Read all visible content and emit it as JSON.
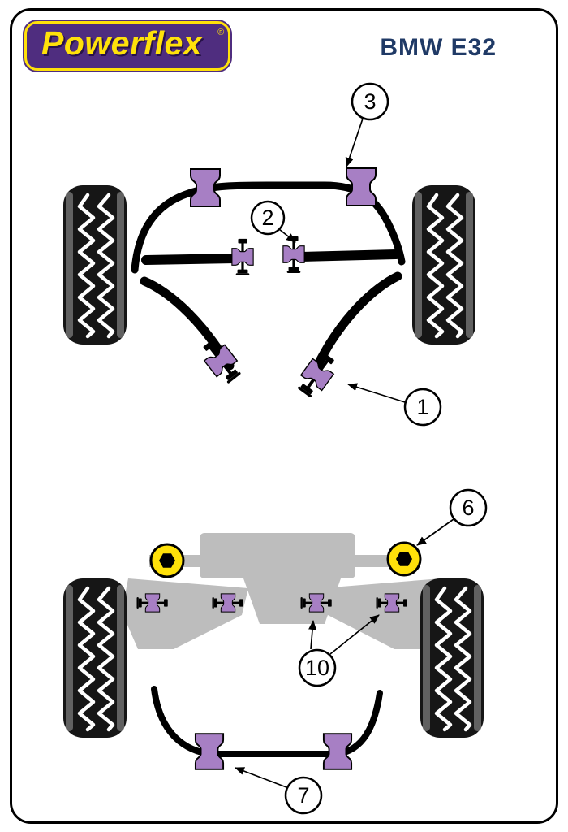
{
  "header": {
    "brand": "Powerflex",
    "registered": "®",
    "model": "BMW E32"
  },
  "diagram": {
    "callouts": [
      {
        "label": "3"
      },
      {
        "label": "2"
      },
      {
        "label": "1"
      },
      {
        "label": "6"
      },
      {
        "label": "10"
      },
      {
        "label": "7"
      }
    ]
  },
  "colors": {
    "bush": "#A77FC4",
    "brand_purple": "#4F2D7F",
    "brand_yellow": "#FFE10A",
    "model_navy": "#203A66",
    "mount_yellow": "#FFE10A",
    "subframe_gray": "#BDBDBD",
    "tire_black": "#161616"
  }
}
